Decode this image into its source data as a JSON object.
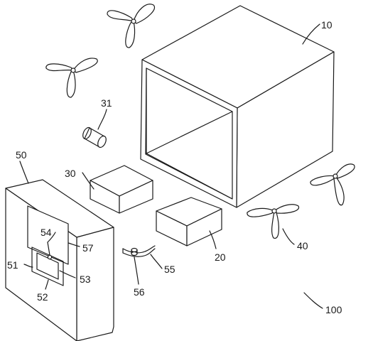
{
  "figure": {
    "assembly_ref": "100",
    "components": [
      {
        "key": "housing",
        "ref": "10"
      },
      {
        "key": "large-module",
        "ref": "20"
      },
      {
        "key": "small-module",
        "ref": "30"
      },
      {
        "key": "cylinder",
        "ref": "31"
      },
      {
        "key": "propeller",
        "ref": "40"
      },
      {
        "key": "panel",
        "ref": "50"
      },
      {
        "key": "lower-window",
        "ref": "51"
      },
      {
        "key": "window-bottom-edge",
        "ref": "52"
      },
      {
        "key": "window-right-edge",
        "ref": "53"
      },
      {
        "key": "connector-pin",
        "ref": "54"
      },
      {
        "key": "clip",
        "ref": "55"
      },
      {
        "key": "clip-pin",
        "ref": "56"
      },
      {
        "key": "display-screen",
        "ref": "57"
      }
    ]
  },
  "colors": {
    "line": "#1a1a1a",
    "background": "#ffffff"
  }
}
